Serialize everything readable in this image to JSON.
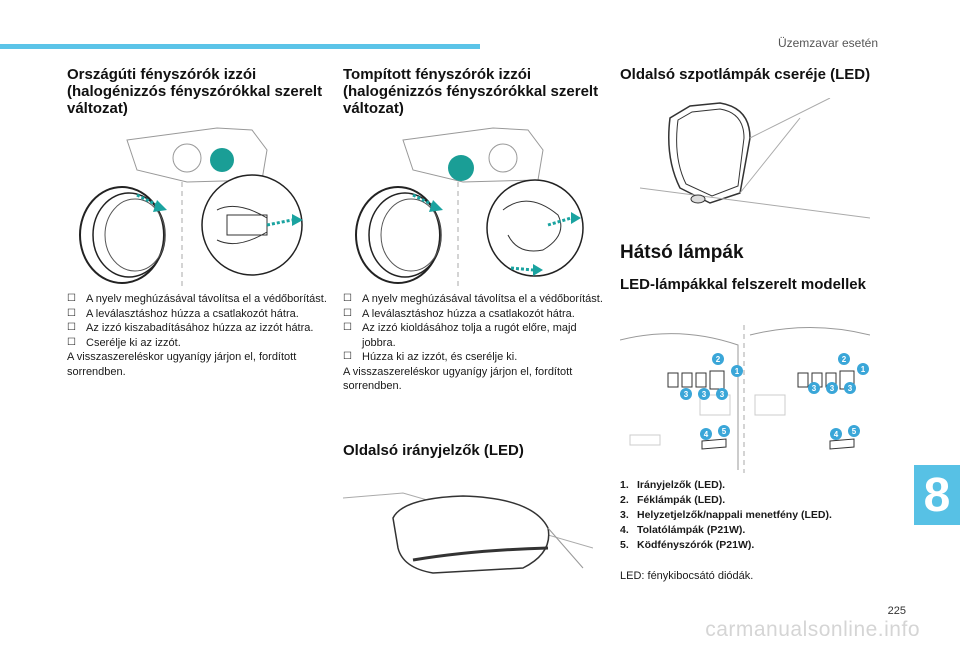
{
  "header": {
    "section_title": "Üzemzavar esetén",
    "chapter": "8",
    "page_number": "225"
  },
  "watermark": "carmanualsonline.info",
  "col1": {
    "title": "Országúti fényszórók izzói (halogénizzós fényszórókkal szerelt változat)",
    "steps": [
      "A nyelv meghúzásával távolítsa el a védőborítást.",
      "A leválasztáshoz húzza a csatlakozót hátra.",
      "Az izzó kiszabadításához húzza az izzót hátra.",
      "Cserélje ki az izzót."
    ],
    "note": "A visszaszereléskor ugyanígy járjon el, fordított sorrendben."
  },
  "col2": {
    "title": "Tompított fényszórók izzói (halogénizzós fényszórókkal szerelt változat)",
    "steps": [
      "A nyelv meghúzásával távolítsa el a védőborítást.",
      "A leválasztáshoz húzza a csatlakozót hátra.",
      "Az izzó kioldásához tolja a rugót előre, majd jobbra.",
      "Húzza ki az izzót, és cserélje ki."
    ],
    "note": "A visszaszereléskor ugyanígy járjon el, fordított sorrendben.",
    "subtitle": "Oldalsó irányjelzők (LED)"
  },
  "col3": {
    "title": "Oldalsó szpotlámpák cseréje (LED)",
    "big_title": "Hátsó lámpák",
    "subtitle": "LED-lámpákkal felszerelt modellek",
    "legend": [
      {
        "n": "1.",
        "text": "Irányjelzők (LED)."
      },
      {
        "n": "2.",
        "text": "Féklámpák (LED)."
      },
      {
        "n": "3.",
        "text": "Helyzetjelzők/nappali menetfény (LED)."
      },
      {
        "n": "4.",
        "text": "Tolatólámpák (P21W)."
      },
      {
        "n": "5.",
        "text": "Ködfényszórók (P21W)."
      }
    ],
    "footnote": "LED: fénykibocsátó diódák."
  },
  "callouts": [
    "1",
    "2",
    "3",
    "4",
    "5"
  ],
  "colors": {
    "accent": "#5bc4e8",
    "arrow": "#1aa3a0",
    "bulb": "#1a9e96",
    "callout": "#3aa6d8"
  }
}
